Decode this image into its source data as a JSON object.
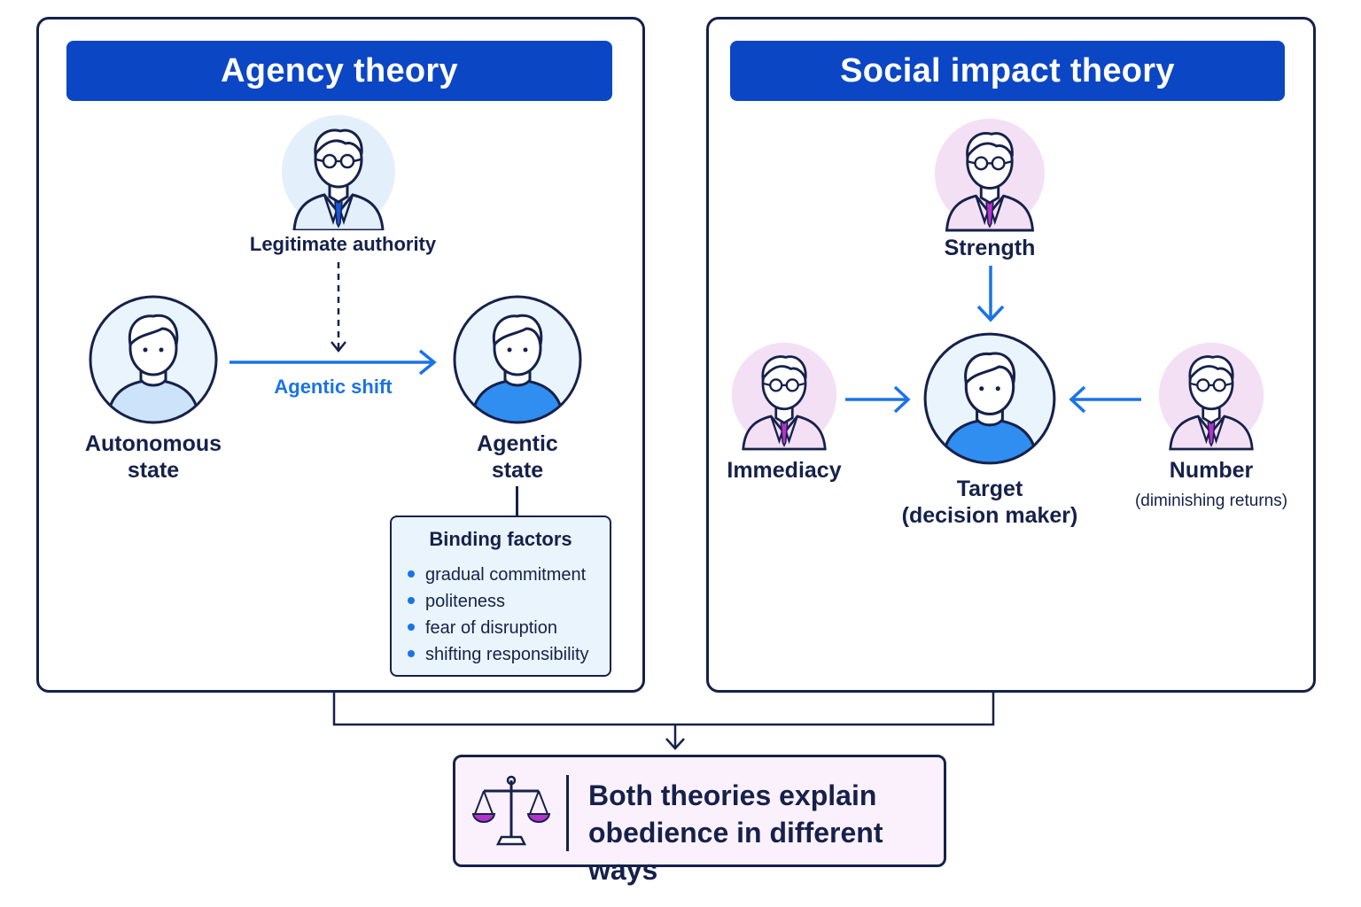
{
  "agency": {
    "title": "Agency theory",
    "authority_label": "Legitimate authority",
    "autonomous_label": "Autonomous\nstate",
    "agentic_label": "Agentic\nstate",
    "shift_label": "Agentic shift",
    "binding": {
      "title": "Binding factors",
      "items": [
        "gradual commitment",
        "politeness",
        "fear of disruption",
        "shifting responsibility"
      ]
    }
  },
  "social": {
    "title": "Social impact theory",
    "strength_label": "Strength",
    "immediacy_label": "Immediacy",
    "number_label": "Number",
    "number_sub": "(diminishing returns)",
    "target_label": "Target\n(decision maker)"
  },
  "result": {
    "text": "Both theories explain\nobedience in different ways",
    "icon": "balance-scale-icon"
  },
  "colors": {
    "navy": "#16214a",
    "banner": "#0b46c4",
    "blue_accent": "#1a73e8",
    "authority_bg": "#e3f0fc",
    "social_bg": "#f4e0f5",
    "magenta": "#b533c9"
  }
}
